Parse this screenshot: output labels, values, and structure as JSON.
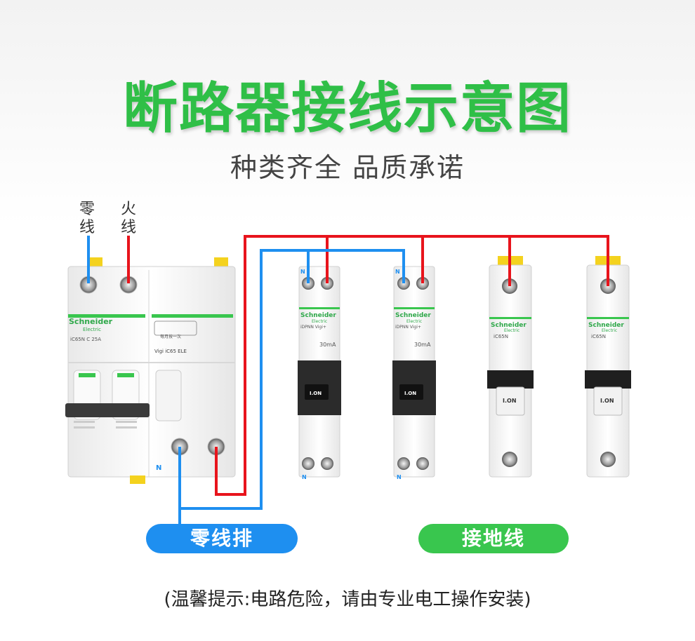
{
  "title": "断路器接线示意图",
  "subtitle": "种类齐全 品质承诺",
  "wire_labels": {
    "neutral": "零\n线",
    "live": "火\n线"
  },
  "pills": {
    "neutral_bar": "零线排",
    "ground_wire": "接地线"
  },
  "footnote": "(温馨提示:电路危险，请由专业电工操作安装)",
  "main_breaker": {
    "brand": "Schneider",
    "brand_sub": "Electric",
    "model": "iC65N  C 25A",
    "module": "Vigi iC65 ELE",
    "test_hint": "每月按一次",
    "n_mark": "N"
  },
  "rcbo": [
    {
      "brand": "Schneider",
      "brand_sub": "Electric",
      "model": "iDPNN Vigi+",
      "rating": "30mA",
      "switch": "I.ON",
      "n_top": "N",
      "n_bottom": "N"
    },
    {
      "brand": "Schneider",
      "brand_sub": "Electric",
      "model": "iDPNN Vigi+",
      "rating": "30mA",
      "switch": "I.ON",
      "n_top": "N",
      "n_bottom": "N"
    }
  ],
  "mcb": [
    {
      "brand": "Schneider",
      "brand_sub": "Electric",
      "model": "iC65N",
      "switch": "I.ON"
    },
    {
      "brand": "Schneider",
      "brand_sub": "Electric",
      "model": "iC65N",
      "switch": "I.ON"
    }
  ],
  "colors": {
    "neutral": "#1e8ff0",
    "live": "#e8141c",
    "ground": "#39c64e",
    "title": "#2fbf47",
    "clip": "#f4d21e"
  }
}
